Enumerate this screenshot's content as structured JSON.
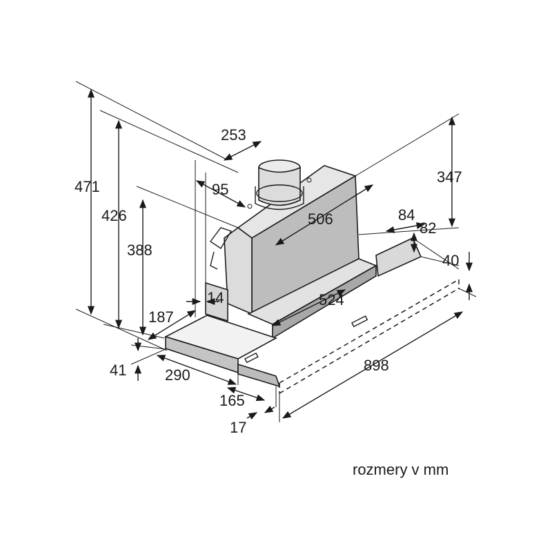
{
  "dimensions": {
    "d471": "471",
    "d426": "426",
    "d388": "388",
    "d253": "253",
    "d95": "95",
    "d506": "506",
    "d347": "347",
    "d84": "84",
    "d82": "82",
    "d40": "40",
    "d14": "14",
    "d524": "524",
    "d187": "187",
    "d41": "41",
    "d290": "290",
    "d165": "165",
    "d17": "17",
    "d898": "898"
  },
  "caption": "rozmery v mm",
  "colors": {
    "line": "#1a1a1a",
    "body_light": "#e8e8e8",
    "body_mid": "#c8c8c8",
    "body_dark": "#9a9a9a",
    "background": "#ffffff"
  }
}
